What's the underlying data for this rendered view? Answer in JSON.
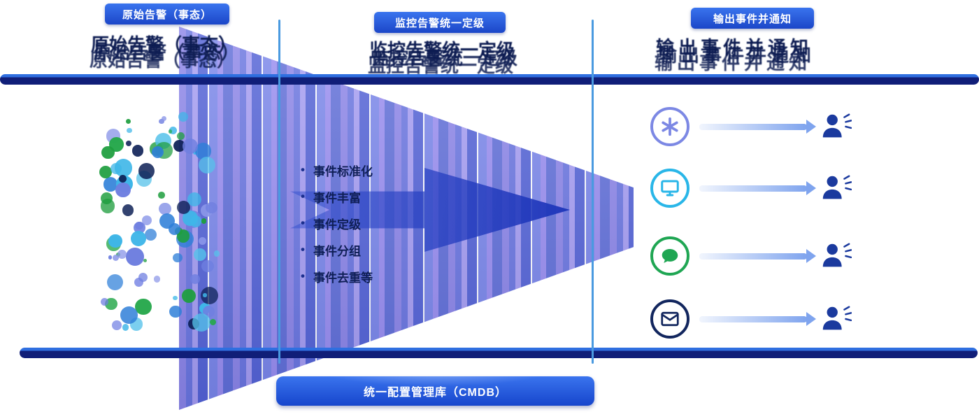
{
  "sections": [
    {
      "id": "raw-alerts",
      "label": "原始告警（事态）"
    },
    {
      "id": "unified-grading",
      "label": "监控告警统一定级"
    },
    {
      "id": "output-notify",
      "label": "输出事件并通知"
    }
  ],
  "funnel": {
    "bullet": "•",
    "steps": [
      "事件标准化",
      "事件丰富",
      "事件定级",
      "事件分组",
      "事件去重等"
    ]
  },
  "cmdb": {
    "label": "统一配置管理库（CMDB）"
  },
  "outputs": [
    {
      "icon": "asterisk-icon",
      "color": "#7c88e4"
    },
    {
      "icon": "monitor-icon",
      "color": "#29b6e8"
    },
    {
      "icon": "chat-icon",
      "color": "#1fa653"
    },
    {
      "icon": "mail-icon",
      "color": "#12265e"
    }
  ],
  "colors": {
    "rail_dark": "#101e78",
    "rail_light": "#2f6fe0",
    "divider": "#4a9ae0",
    "pill_top": "#3a74ee",
    "pill_bottom": "#1b46c8",
    "flow_arrow": "#1c34b9",
    "step_text": "#0e1e56",
    "notify_arrow": "#7fa4ee",
    "notified_icon": "#1b3a9e",
    "funnel_stripes": [
      "#8d86e8",
      "#6b76e0",
      "#a79ef2",
      "#5463d6",
      "#7b87ea",
      "#9a8ef0",
      "#616fd8"
    ]
  },
  "scatter": {
    "seed": 7,
    "count": 90,
    "palette": [
      "#3fb6e8",
      "#2f7fd8",
      "#8a96e8",
      "#27a84c",
      "#0c1f55",
      "#56c2ea",
      "#1f9e3f",
      "#6f7fe0"
    ]
  }
}
